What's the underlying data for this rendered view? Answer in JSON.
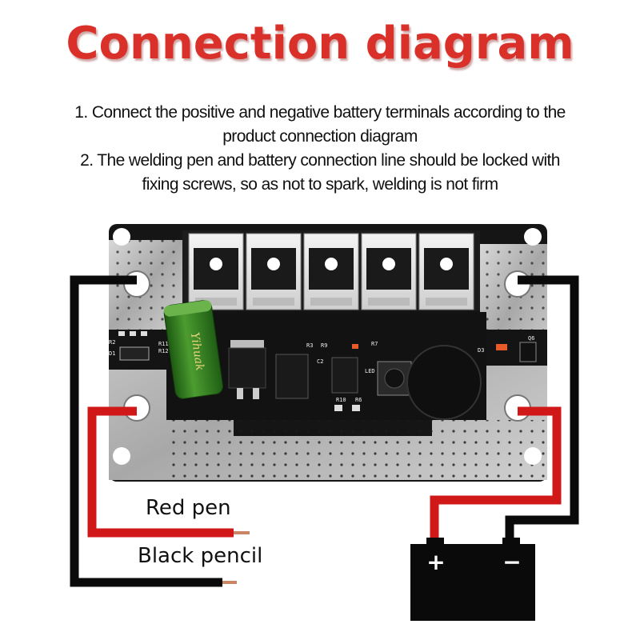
{
  "title": "Connection diagram",
  "instructions": {
    "line1a": "1. Connect the positive and negative battery terminals according to the",
    "line1b": "product connection diagram",
    "line2a": "2. The welding pen and battery connection line should be locked with",
    "line2b": "fixing screws, so as not to spark, welding is not firm"
  },
  "labels": {
    "red_pen": "Red pen",
    "black_pencil": "Black pencil",
    "plus": "+",
    "minus": "−"
  },
  "board_marks": {
    "r2": "R2",
    "d1": "D1",
    "r11": "R11",
    "r12": "R12",
    "r3": "R3",
    "r9": "R9",
    "c2": "C2",
    "r7": "R7",
    "led": "LED",
    "r10": "R10",
    "r6": "R6",
    "d3": "D3",
    "q6": "Q6",
    "capacitor_brand": "Yihuak"
  },
  "colors": {
    "title": "#d9302a",
    "red_wire": "#d01818",
    "black_wire": "#0a0a0a",
    "board": "#151515",
    "pad_silver": "#b9b9b9",
    "capacitor": "#2e7d1f",
    "battery": "#0a0a0a"
  }
}
